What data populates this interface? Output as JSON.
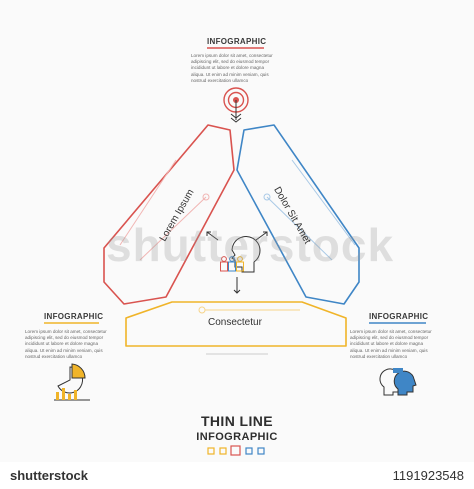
{
  "palette": {
    "red": "#d9534f",
    "blue": "#3f86c6",
    "yellow": "#f0b429",
    "dark": "#3a3a3a",
    "gray": "#bbbbbb"
  },
  "top_block": {
    "title": "INFOGRAPHIC",
    "body": "Lorem ipsum dolor sit amet, consectetur\nadipiscing elit, sed do eiusmod tempor\nincididunt ut labore et dolore magna\naliqua. Ut enim ad minim veniam, quis\nnostrud exercitation ullamco",
    "icon": "target-with-arrow-icon"
  },
  "left_block": {
    "title": "INFOGRAPHIC",
    "body": "Lorem ipsum dolor sit amet, consectetur\nadipiscing elit, sed do eiusmod tempor\nincididunt ut labore et dolore magna\naliqua. Ut enim ad minim veniam, quis\nnostrud exercitation ullamco",
    "icon": "pie-chart-icon"
  },
  "right_block": {
    "title": "INFOGRAPHIC",
    "body": "Lorem ipsum dolor sit amet, consectetur\nadipiscing elit, sed do eiusmod tempor\nincididunt ut labore et dolore magna\naliqua. Ut enim ad minim veniam, quis\nnostrud exercitation ullamco",
    "icon": "human-heads-icon"
  },
  "segments": {
    "left": "Lorem Ipsum",
    "right": "Dolor Sit Amet",
    "bottom": "Consectetur"
  },
  "center_icon": "people-and-head-icon",
  "heading": {
    "title": "THIN LINE",
    "subtitle": "INFOGRAPHIC"
  },
  "watermark": "shutterstock",
  "footer": {
    "logo": "shutterstock",
    "image_id": "1191923548"
  }
}
